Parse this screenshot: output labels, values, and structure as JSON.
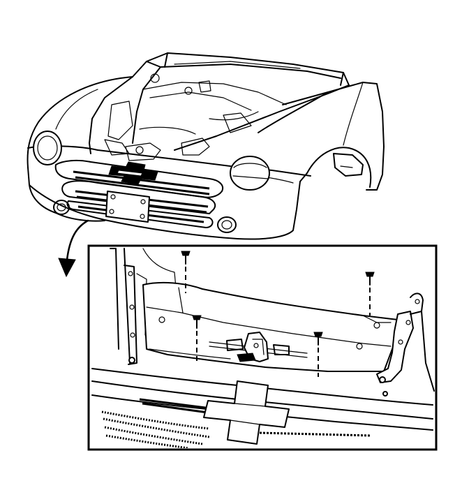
{
  "diagram": {
    "kind": "technical-line-illustration",
    "colors": {
      "line": "#000000",
      "background": "#ffffff"
    },
    "callouts": [
      {
        "id": "detail-view",
        "shape": "rectangle-frame"
      },
      {
        "id": "leader-arrow",
        "shape": "curved-arrow"
      }
    ],
    "parts": [
      "vehicle-front-end",
      "grille",
      "bumper-fascia",
      "headlamp-left",
      "headlamp-right",
      "fog-lamp-left",
      "fog-lamp-right",
      "license-plate-bracket",
      "front-fender-right",
      "radiator-support-cover",
      "hood-latch",
      "bolt"
    ],
    "bolt_count": 4
  }
}
